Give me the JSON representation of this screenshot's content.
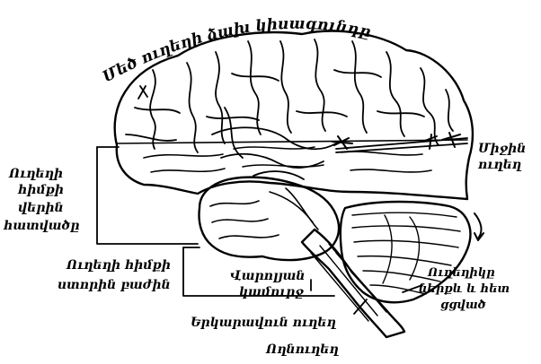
{
  "title": "Մեծ ուղեղի ձախ կիսագունդը",
  "labels": {
    "midbrain_1": "Միջին",
    "midbrain_2": "ուղեղ",
    "brainstem_upper_1": "Ուղեղի",
    "brainstem_upper_2": "հիմքի",
    "brainstem_upper_3": "վերին",
    "brainstem_upper_4": "հատվածը",
    "brainstem_lower_1": "Ուղեղի հիմքի",
    "brainstem_lower_2": "ստորին բաժին",
    "pons_1": "Վարոլյան",
    "pons_2": "կամուրջ",
    "medulla": "Երկարավուն ուղեղ",
    "spinal_cord": "Ողնուղեղ",
    "cerebellum_1": "Ուղեղիկը",
    "cerebellum_2": "ներքև և հետ",
    "cerebellum_3": "ցցված"
  }
}
